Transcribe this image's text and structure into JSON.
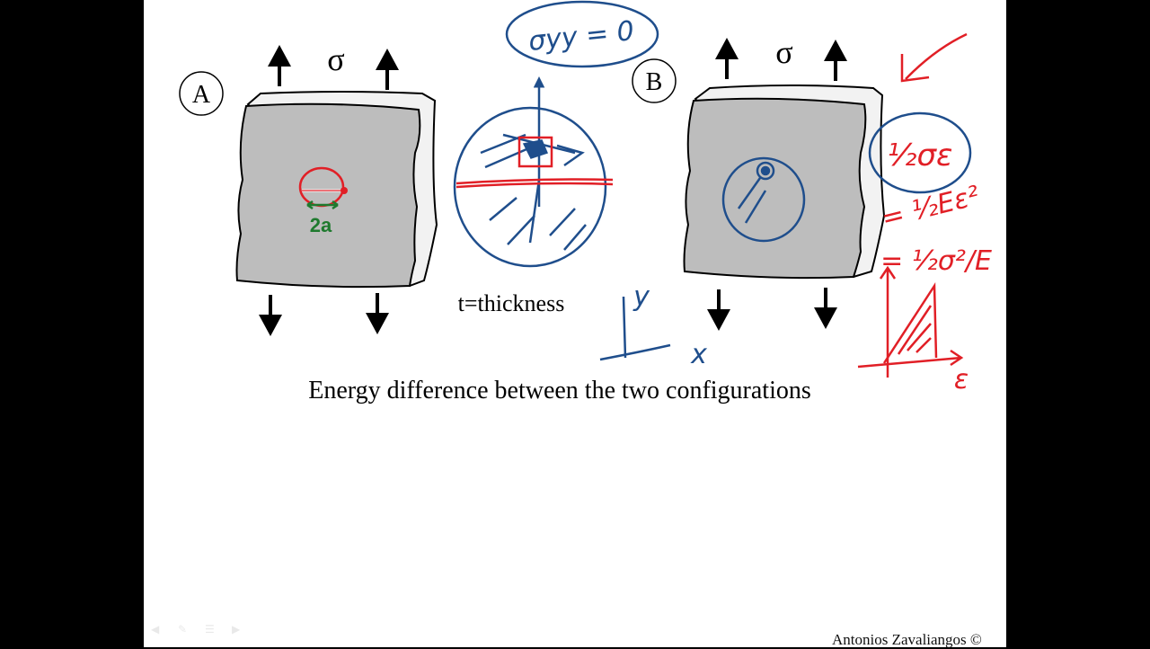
{
  "labels": {
    "plate_a": "A",
    "plate_b": "B",
    "sigma_a": "σ",
    "sigma_b": "σ",
    "crack_length": "2a",
    "thickness": "t=thickness",
    "caption": "Energy difference between the two configurations"
  },
  "handwriting": {
    "sigma_yy": "σyy = 0",
    "energy_density_1": "½σε",
    "energy_density_2": "= ½Eε²",
    "energy_density_3": "= ½σ²/E",
    "strain_axis": "ε",
    "axis_x": "x",
    "axis_y": "y"
  },
  "footer": "Antonios Zavaliangos ©",
  "colors": {
    "plate_fill": "#bdbdbd",
    "ink_blue": "#1f4e8c",
    "ink_red": "#e11f26",
    "ink_green": "#1e7a2e",
    "black": "#000000"
  },
  "nav_icons": [
    "previous-icon",
    "pen-icon",
    "menu-icon",
    "next-icon"
  ]
}
